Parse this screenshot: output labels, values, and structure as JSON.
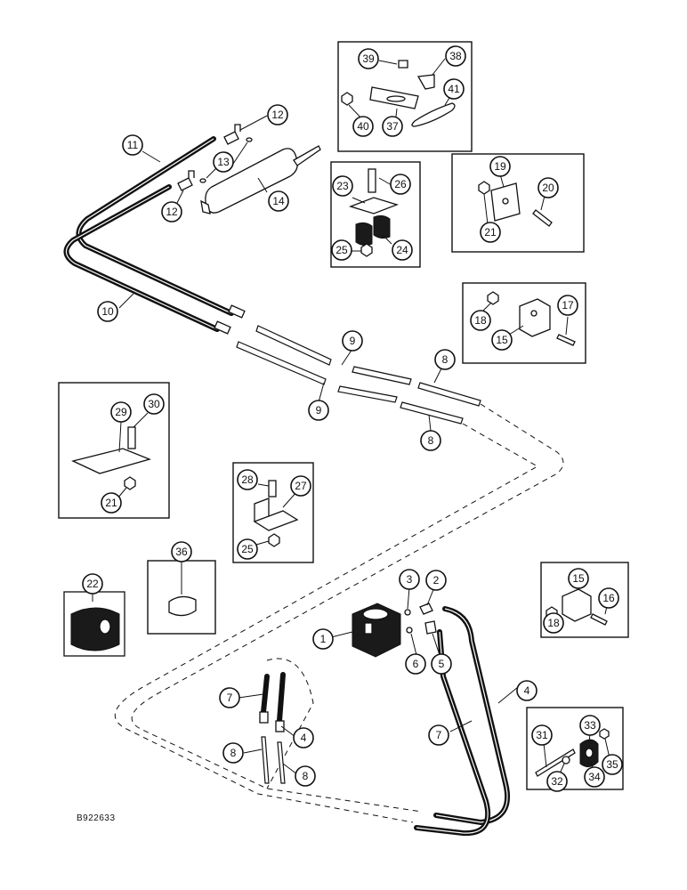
{
  "drawing_number": "B922633",
  "callouts": [
    "1",
    "2",
    "3",
    "4",
    "5",
    "6",
    "7",
    "8",
    "9",
    "10",
    "11",
    "12",
    "13",
    "14",
    "15",
    "16",
    "17",
    "18",
    "19",
    "20",
    "21",
    "22",
    "23",
    "24",
    "25",
    "26",
    "27",
    "28",
    "29",
    "30",
    "31",
    "32",
    "33",
    "34",
    "35",
    "36",
    "37",
    "38",
    "39",
    "40",
    "41"
  ]
}
